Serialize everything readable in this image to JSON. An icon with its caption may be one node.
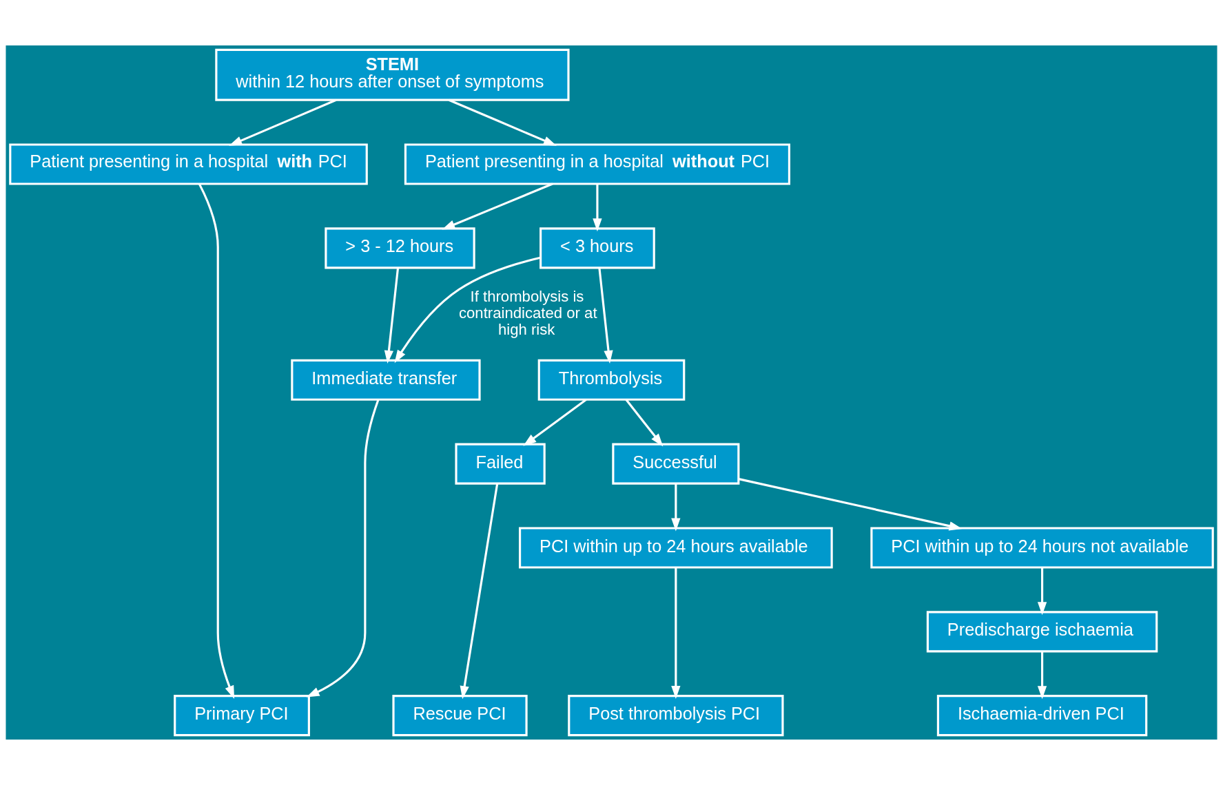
{
  "diagram": {
    "nodes": [
      {
        "text": [
          "STEMI",
          "within 12 hours after onset of symptoms"
        ]
      },
      {
        "text": [
          "Patient presenting in a hospital **with** PCI"
        ]
      },
      {
        "text": [
          "Patient presenting in a hospital **without** PCI"
        ]
      },
      {
        "text": [
          "> 3 - 12 hours"
        ]
      },
      {
        "text": [
          "< 3 hours"
        ]
      },
      {
        "text": [
          "Immediate transfer"
        ]
      },
      {
        "text": [
          "Thrombolysis"
        ]
      },
      {
        "text": [
          "Failed"
        ]
      },
      {
        "text": [
          "Successful"
        ]
      },
      {
        "text": [
          "PCI within up to 24 hours available"
        ]
      },
      {
        "text": [
          "PCI within up to 24 hours not available"
        ]
      },
      {
        "text": [
          "Predischarge ischaemia"
        ]
      },
      {
        "text": [
          "Primary PCI"
        ]
      },
      {
        "text": [
          "Rescue PCI"
        ]
      },
      {
        "text": [
          "Post thrombolysis PCI"
        ]
      },
      {
        "text": [
          "Ischaemia-driven PCI"
        ]
      }
    ],
    "edges": [
      {
        "from": 0,
        "to": 1,
        "arrow": "to"
      },
      {
        "from": 0,
        "to": 2,
        "arrow": "to"
      },
      {
        "from": 2,
        "to": 3,
        "arrow": "to"
      },
      {
        "from": 2,
        "to": 4,
        "arrow": "to"
      },
      {
        "from": 3,
        "to": 5,
        "arrow": "to"
      },
      {
        "from": 4,
        "to": 5,
        "arrow": "to",
        "label": "If thrombolysis is contraindicated or at high risk"
      },
      {
        "from": 5,
        "to": 12,
        "arrow": "to"
      },
      {
        "from": 1,
        "to": 12,
        "arrow": "to"
      },
      {
        "from": 4,
        "to": 6,
        "arrow": "to"
      },
      {
        "from": 6,
        "to": 7,
        "arrow": "to"
      },
      {
        "from": 6,
        "to": 8,
        "arrow": "to"
      },
      {
        "from": 7,
        "to": 13,
        "arrow": "to"
      },
      {
        "from": 8,
        "to": 9,
        "arrow": "to"
      },
      {
        "from": 8,
        "to": 10,
        "arrow": "to"
      },
      {
        "from": 9,
        "to": 14,
        "arrow": "to"
      },
      {
        "from": 10,
        "to": 11,
        "arrow": "to"
      },
      {
        "from": 11,
        "to": 15,
        "arrow": "to"
      }
    ]
  }
}
